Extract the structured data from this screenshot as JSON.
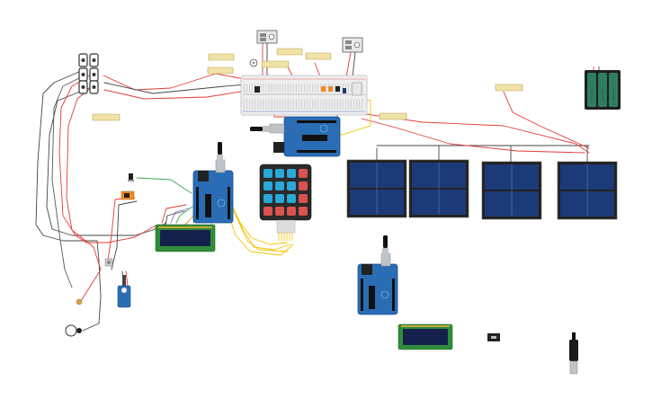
{
  "colors": {
    "background": "#ffffff",
    "wire_red": "#e53935",
    "wire_black": "#333333",
    "wire_yellow": "#f2c200",
    "wire_gray": "#8a8a8a",
    "wire_green": "#3aa655",
    "wire_purple": "#8e6bd4",
    "wire_orange": "#f08a24",
    "arduino_blue": "#2a6db5",
    "solar_cell": "#1d3a78",
    "lcd_screen": "#16204d",
    "lcd_pcb": "#2f8c3a",
    "keypad_body": "#2a2a2a",
    "keypad_blue": "#2aa8d8",
    "keypad_red": "#d9534f",
    "battery_green": "#2f7f5f",
    "label_fill": "#efe3a8"
  },
  "icons": {
    "usb_cable": "usb-cable-icon",
    "potentiometer": "potentiometer-icon",
    "buzzer": "buzzer-icon",
    "servo": "servo-icon",
    "relay": "relay-icon",
    "pushbutton": "pushbutton-icon",
    "switch": "switch-icon",
    "sensor_module": "sensor-module-icon",
    "usb_plug": "usb-plug-icon"
  },
  "labels": {
    "battery_cells": [
      "AA 1.5V",
      "AA 1.5V",
      "AA 1.5V"
    ]
  }
}
